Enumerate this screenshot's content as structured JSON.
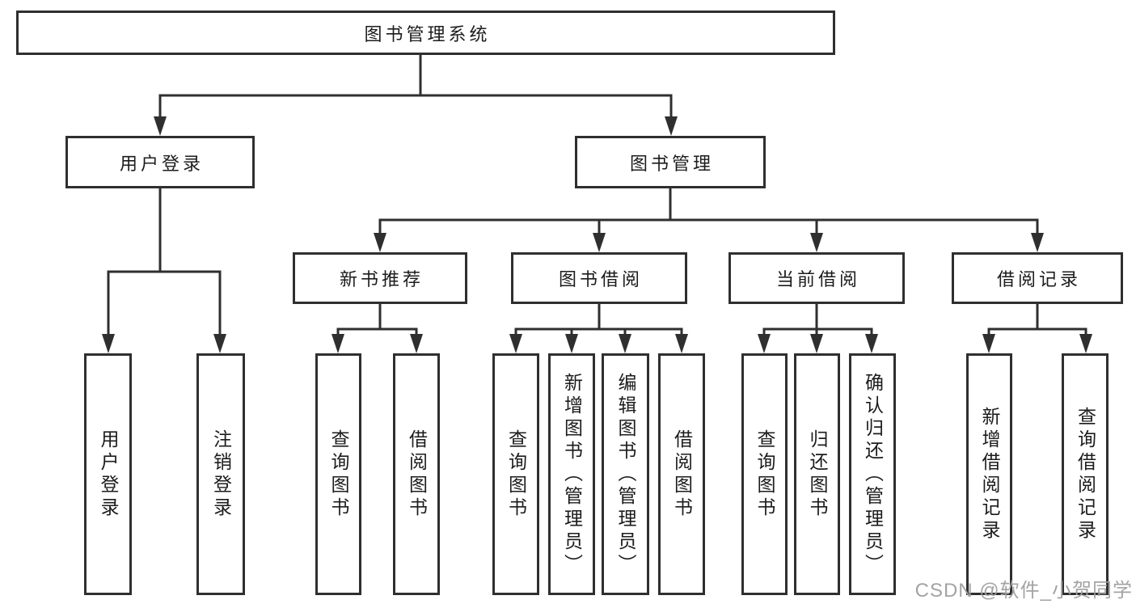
{
  "tree": {
    "root": {
      "label": "图书管理系统"
    },
    "branches": [
      {
        "label": "用户登录",
        "children": [
          {
            "label": "用户登录"
          },
          {
            "label": "注销登录"
          }
        ]
      },
      {
        "label": "图书管理",
        "children": [
          {
            "label": "新书推荐",
            "children": [
              {
                "label": "查询图书"
              },
              {
                "label": "借阅图书"
              }
            ]
          },
          {
            "label": "图书借阅",
            "children": [
              {
                "label": "查询图书"
              },
              {
                "label": "新增图书（管理员）"
              },
              {
                "label": "编辑图书（管理员）"
              },
              {
                "label": "借阅图书"
              }
            ]
          },
          {
            "label": "当前借阅",
            "children": [
              {
                "label": "查询图书"
              },
              {
                "label": "归还图书"
              },
              {
                "label": "确认归还（管理员）"
              }
            ]
          },
          {
            "label": "借阅记录",
            "children": [
              {
                "label": "新增借阅记录"
              },
              {
                "label": "查询借阅记录"
              }
            ]
          }
        ]
      }
    ]
  },
  "watermark": {
    "text": "CSDN @软件_小贺同学"
  },
  "colors": {
    "line": "#2f2f2f",
    "node_border": "#2f2f2f",
    "node_text": "#1c1c1c",
    "watermark_text": "#9e9e9e",
    "background": "#ffffff"
  }
}
